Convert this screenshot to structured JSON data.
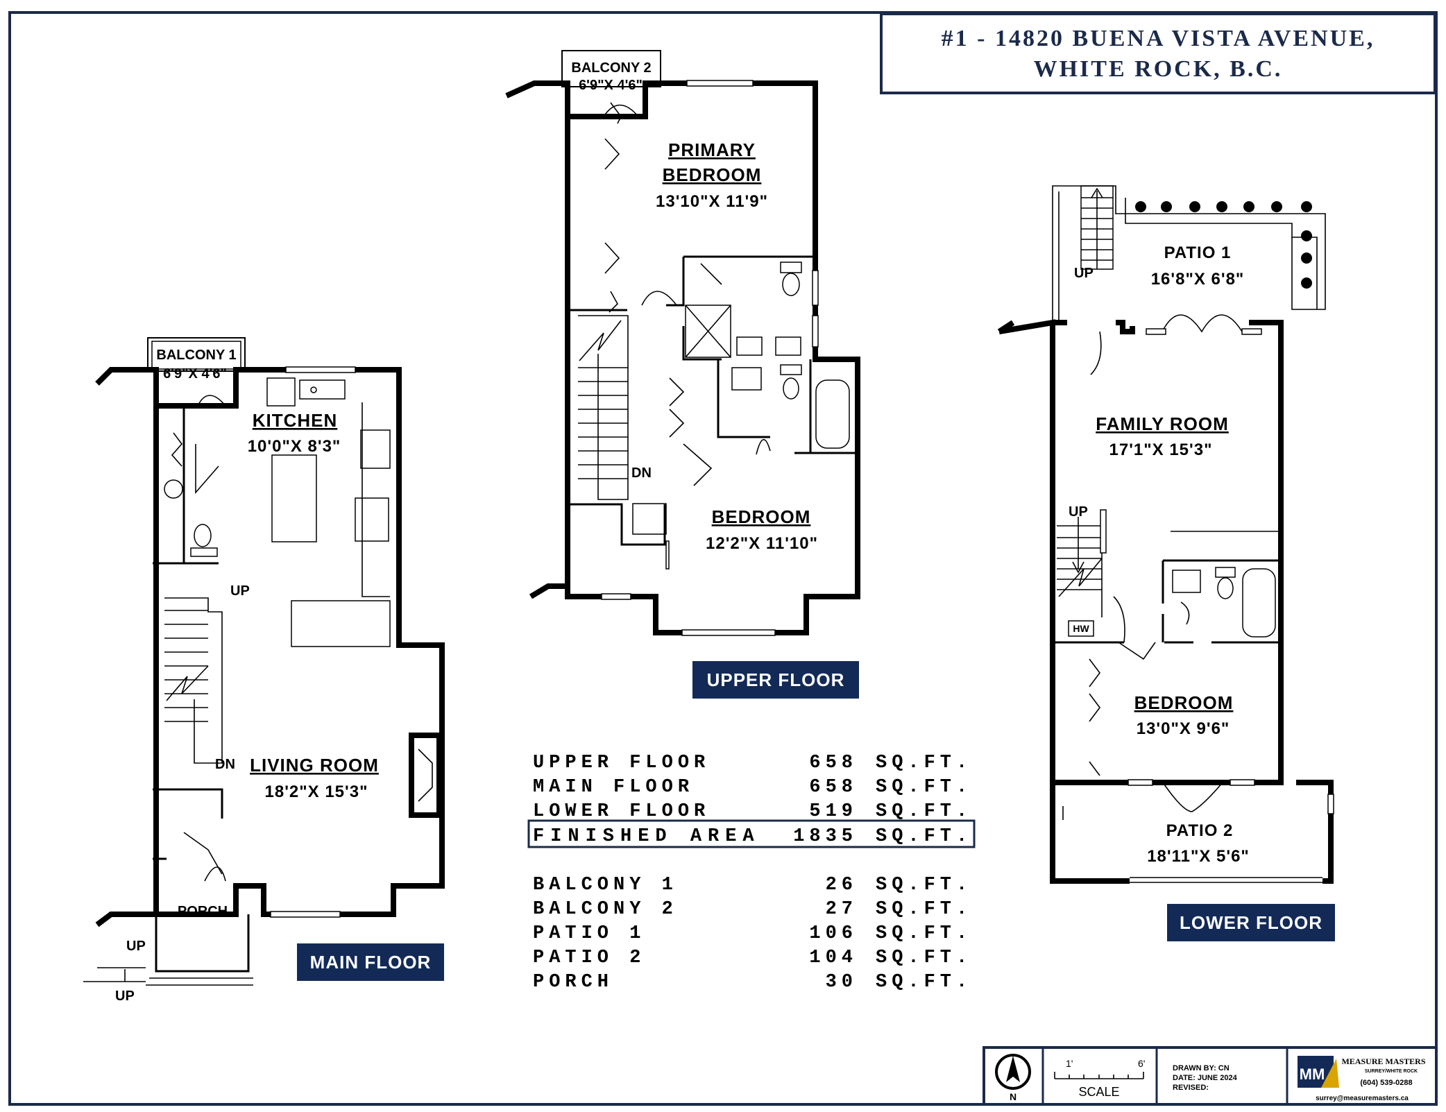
{
  "colors": {
    "navy": "#1b2a4a",
    "badge_bg": "#132a57",
    "ink": "#000000"
  },
  "header": {
    "line1": "#1 - 14820 BUENA VISTA AVENUE,",
    "line2": "WHITE ROCK, B.C."
  },
  "floors": {
    "main": {
      "label": "MAIN FLOOR",
      "rooms": {
        "balcony1": {
          "name": "BALCONY 1",
          "dims": "6'9\"X 4'6\""
        },
        "kitchen": {
          "name": "KITCHEN",
          "dims": "10'0\"X 8'3\""
        },
        "living": {
          "name": "LIVING ROOM",
          "dims": "18'2\"X 15'3\""
        },
        "porch": {
          "name": "PORCH"
        }
      },
      "stair_up": "UP",
      "stair_dn": "DN",
      "entry_up": "UP",
      "entry_up2": "UP"
    },
    "upper": {
      "label": "UPPER FLOOR",
      "rooms": {
        "balcony2": {
          "name": "BALCONY 2",
          "dims": "6'9\"X 4'6\""
        },
        "primary": {
          "name1": "PRIMARY",
          "name2": "BEDROOM",
          "dims": "13'10\"X 11'9\""
        },
        "bedroom": {
          "name": "BEDROOM",
          "dims": "12'2\"X 11'10\""
        }
      },
      "stair_dn": "DN"
    },
    "lower": {
      "label": "LOWER FLOOR",
      "rooms": {
        "patio1": {
          "name": "PATIO 1",
          "dims": "16'8\"X 6'8\""
        },
        "family": {
          "name": "FAMILY ROOM",
          "dims": "17'1\"X 15'3\""
        },
        "bedroom": {
          "name": "BEDROOM",
          "dims": "13'0\"X 9'6\""
        },
        "patio2": {
          "name": "PATIO 2",
          "dims": "18'11\"X 5'6\""
        }
      },
      "stair_up": "UP",
      "stair_up2": "UP",
      "hw": "HW"
    }
  },
  "areas": {
    "finished": [
      {
        "label": "UPPER FLOOR",
        "value": "658",
        "unit": "SQ.FT."
      },
      {
        "label": "MAIN FLOOR",
        "value": "658",
        "unit": "SQ.FT."
      },
      {
        "label": "LOWER FLOOR",
        "value": "519",
        "unit": "SQ.FT."
      }
    ],
    "total": {
      "label": "FINISHED AREA",
      "value": "1835",
      "unit": "SQ.FT."
    },
    "other": [
      {
        "label": "BALCONY 1",
        "value": "26",
        "unit": "SQ.FT."
      },
      {
        "label": "BALCONY 2",
        "value": "27",
        "unit": "SQ.FT."
      },
      {
        "label": "PATIO 1",
        "value": "106",
        "unit": "SQ.FT."
      },
      {
        "label": "PATIO 2",
        "value": "104",
        "unit": "SQ.FT."
      },
      {
        "label": "PORCH",
        "value": "30",
        "unit": "SQ.FT."
      }
    ]
  },
  "footer": {
    "north": "N",
    "scale_start": "1'",
    "scale_end": "6'",
    "scale_label": "SCALE",
    "drawn_by": "DRAWN BY: CN",
    "date": "DATE: JUNE 2024",
    "revised": "REVISED:",
    "company": "MEASURE MASTERS",
    "company_sub": "SURREY/WHITE ROCK",
    "phone": "(604) 539-0288",
    "email": "surrey@measuremasters.ca",
    "logo_text": "MM"
  }
}
